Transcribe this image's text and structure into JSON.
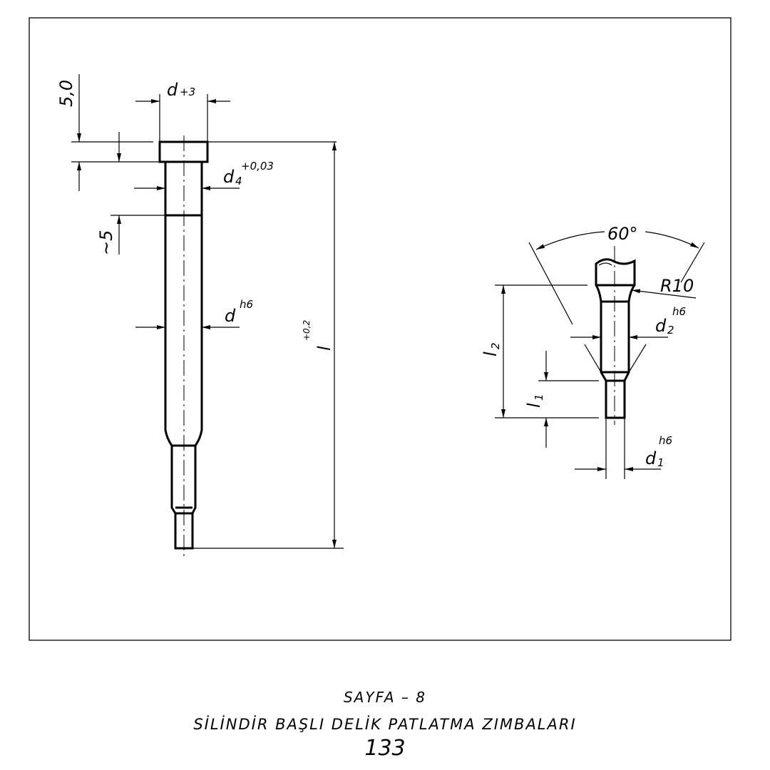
{
  "drawing": {
    "left_view": {
      "head_height": "5,0",
      "head_diameter": {
        "symbol": "d",
        "tolerance": "+3"
      },
      "guide_length": "~5",
      "guide_diameter": {
        "symbol": "d",
        "subscript": "4",
        "tolerance": "+0,03"
      },
      "shank_diameter": {
        "symbol": "d",
        "tolerance": "h6"
      },
      "total_length": {
        "symbol": "l",
        "tolerance": "+0,2"
      }
    },
    "detail_view": {
      "angle": "60°",
      "radius": "R10",
      "d2": {
        "symbol": "d",
        "subscript": "2",
        "tolerance": "h6"
      },
      "d1": {
        "symbol": "d",
        "subscript": "1",
        "tolerance": "h6"
      },
      "l2": {
        "symbol": "l",
        "subscript": "2"
      },
      "l1": {
        "symbol": "l",
        "subscript": "1"
      }
    }
  },
  "footer": {
    "page": "SAYFA – 8",
    "title": "SİLİNDİR BAŞLI DELİK PATLATMA ZIMBALARI",
    "page_number": "133"
  }
}
